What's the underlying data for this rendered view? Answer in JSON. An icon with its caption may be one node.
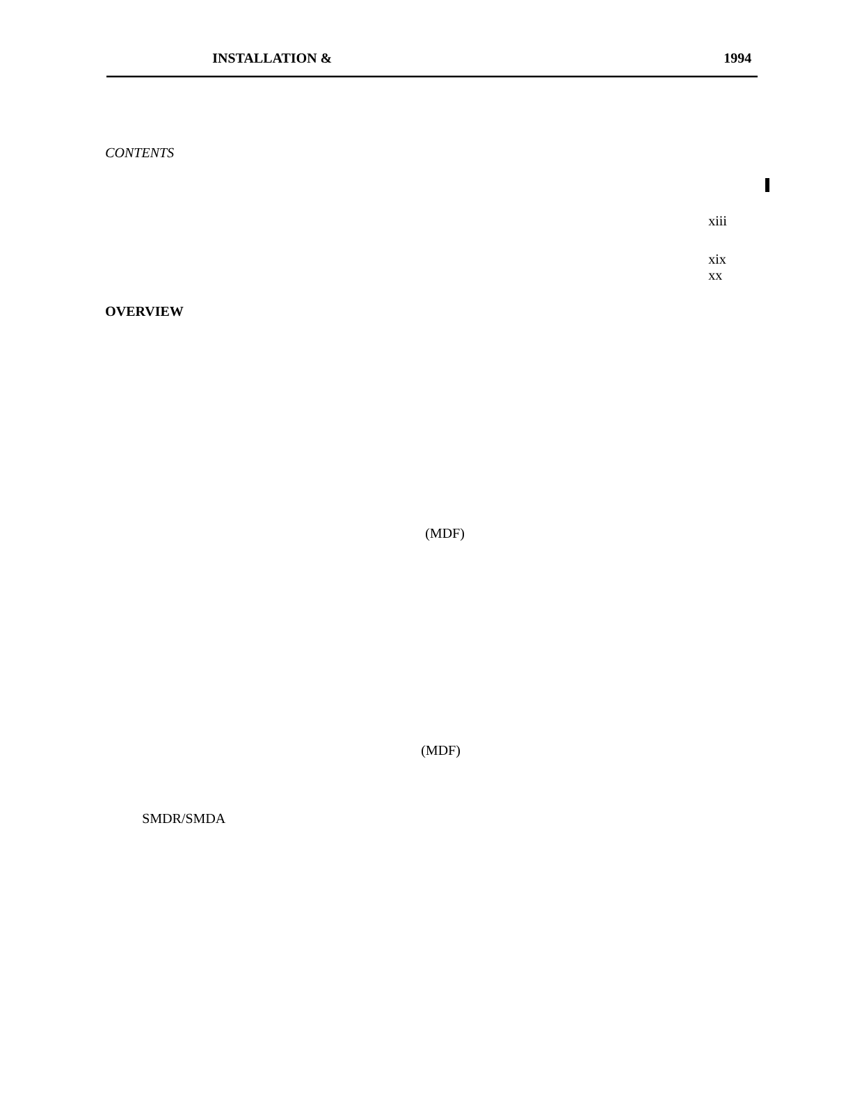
{
  "diagram": {
    "labels": [
      "INSTALLATION &",
      "1994",
      "CONTENTS",
      "xiii",
      "xix",
      "xx",
      "OVERVIEW",
      "(MDF)",
      "(MDF)",
      "SMDR/SMDA"
    ]
  }
}
